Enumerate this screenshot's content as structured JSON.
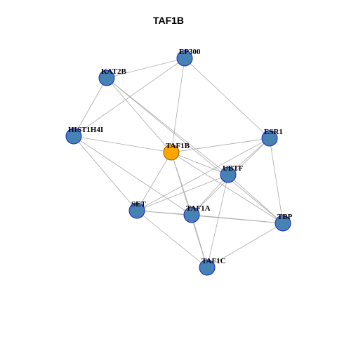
{
  "title": "TAF1B",
  "colors": {
    "node_fill": "#4682B4",
    "node_stroke": "#1F1FD0",
    "focus_fill": "#FFA500",
    "focus_stroke": "#8B5A00",
    "edge": "#AAAAAA"
  },
  "nodes": [
    {
      "id": "EP300",
      "label": "EP300"
    },
    {
      "id": "KAT2B",
      "label": "KAT2B"
    },
    {
      "id": "HIST1H4I",
      "label": "HIST1H4I"
    },
    {
      "id": "TAF1B",
      "label": "TAF1B",
      "focus": true
    },
    {
      "id": "ESR1",
      "label": "ESR1"
    },
    {
      "id": "UBTF",
      "label": "UBTF"
    },
    {
      "id": "SET",
      "label": "SET"
    },
    {
      "id": "TAF1A",
      "label": "TAF1A"
    },
    {
      "id": "TBP",
      "label": "TBP"
    },
    {
      "id": "TAF1C",
      "label": "TAF1C"
    }
  ],
  "edges": [
    [
      "KAT2B",
      "EP300"
    ],
    [
      "HIST1H4I",
      "EP300"
    ],
    [
      "TAF1B",
      "EP300"
    ],
    [
      "ESR1",
      "EP300"
    ],
    [
      "KAT2B",
      "HIST1H4I"
    ],
    [
      "KAT2B",
      "TAF1B"
    ],
    [
      "KAT2B",
      "UBTF"
    ],
    [
      "KAT2B",
      "TBP"
    ],
    [
      "HIST1H4I",
      "TAF1B"
    ],
    [
      "HIST1H4I",
      "SET"
    ],
    [
      "HIST1H4I",
      "TAF1A"
    ],
    [
      "TAF1B",
      "ESR1"
    ],
    [
      "TAF1B",
      "UBTF"
    ],
    [
      "TAF1B",
      "SET"
    ],
    [
      "TAF1B",
      "TAF1A"
    ],
    [
      "TAF1B",
      "TBP"
    ],
    [
      "TAF1B",
      "TAF1C"
    ],
    [
      "ESR1",
      "UBTF"
    ],
    [
      "ESR1",
      "SET"
    ],
    [
      "ESR1",
      "TAF1A"
    ],
    [
      "ESR1",
      "TBP"
    ],
    [
      "UBTF",
      "SET"
    ],
    [
      "UBTF",
      "TAF1A"
    ],
    [
      "UBTF",
      "TBP"
    ],
    [
      "UBTF",
      "TAF1C"
    ],
    [
      "SET",
      "TAF1A"
    ],
    [
      "SET",
      "TBP"
    ],
    [
      "SET",
      "TAF1C"
    ],
    [
      "TAF1A",
      "TBP"
    ],
    [
      "TAF1A",
      "TAF1C"
    ],
    [
      "TBP",
      "TAF1C"
    ]
  ]
}
